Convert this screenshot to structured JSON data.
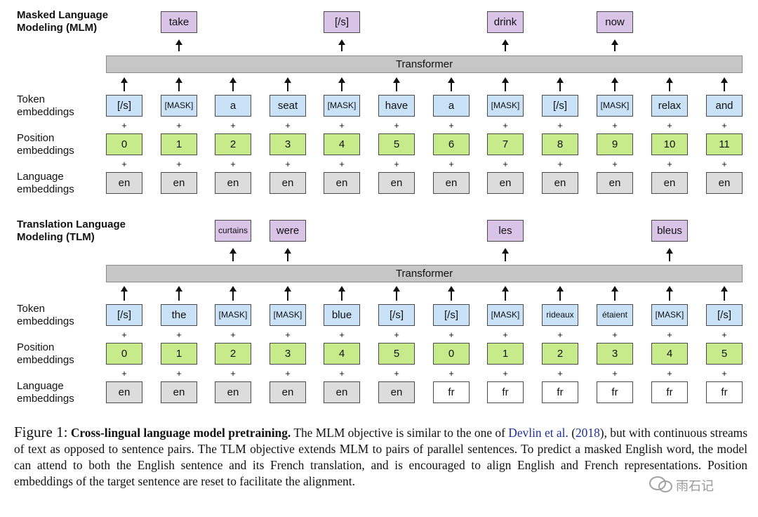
{
  "mlm": {
    "title_line1": "Masked Language",
    "title_line2": "Modeling (MLM)",
    "transformer_label": "Transformer",
    "outputs": [
      {
        "col": 1,
        "text": "take"
      },
      {
        "col": 4,
        "text": "[/s]"
      },
      {
        "col": 7,
        "text": "drink"
      },
      {
        "col": 9,
        "text": "now"
      }
    ],
    "token_label": [
      "Token",
      "embeddings"
    ],
    "position_label": [
      "Position",
      "embeddings"
    ],
    "language_label": [
      "Language",
      "embeddings"
    ],
    "tokens": [
      "[/s]",
      "[MASK]",
      "a",
      "seat",
      "[MASK]",
      "have",
      "a",
      "[MASK]",
      "[/s]",
      "[MASK]",
      "relax",
      "and"
    ],
    "positions": [
      "0",
      "1",
      "2",
      "3",
      "4",
      "5",
      "6",
      "7",
      "8",
      "9",
      "10",
      "11"
    ],
    "languages": [
      "en",
      "en",
      "en",
      "en",
      "en",
      "en",
      "en",
      "en",
      "en",
      "en",
      "en",
      "en"
    ]
  },
  "tlm": {
    "title_line1": "Translation Language",
    "title_line2": "Modeling (TLM)",
    "transformer_label": "Transformer",
    "outputs": [
      {
        "col": 2,
        "text": "curtains"
      },
      {
        "col": 3,
        "text": "were"
      },
      {
        "col": 7,
        "text": "les"
      },
      {
        "col": 10,
        "text": "bleus"
      }
    ],
    "token_label": [
      "Token",
      "embeddings"
    ],
    "position_label": [
      "Position",
      "embeddings"
    ],
    "language_label": [
      "Language",
      "embeddings"
    ],
    "tokens": [
      "[/s]",
      "the",
      "[MASK]",
      "[MASK]",
      "blue",
      "[/s]",
      "[/s]",
      "[MASK]",
      "rideaux",
      "étaient",
      "[MASK]",
      "[/s]"
    ],
    "positions": [
      "0",
      "1",
      "2",
      "3",
      "4",
      "5",
      "0",
      "1",
      "2",
      "3",
      "4",
      "5"
    ],
    "languages": [
      "en",
      "en",
      "en",
      "en",
      "en",
      "en",
      "fr",
      "fr",
      "fr",
      "fr",
      "fr",
      "fr"
    ]
  },
  "plus_sign": "+",
  "caption": {
    "figure_label": "Figure 1:",
    "bold_title": "Cross-lingual language model pretraining.",
    "text_part1": "The MLM objective is similar to the one of",
    "cite_author": "Devlin et al.",
    "cite_open": "(",
    "cite_year": "2018",
    "cite_close": ")",
    "text_part2": ", but with continuous streams of text as opposed to sentence pairs. The TLM objective extends MLM to pairs of parallel sentences. To predict a masked English word, the model can attend to both the English sentence and its French translation, and is encouraged to align English and French representations. Position embeddings of the target sentence are reset to facilitate the alignment."
  },
  "colors": {
    "token": "#c9e2f8",
    "position": "#c7ea8a",
    "language_en": "#dcdcdc",
    "language_fr": "#ffffff",
    "output": "#d9c4e8",
    "transformer": "#c6c6c6",
    "citation": "#1f2f9a"
  },
  "watermark_text": "雨石记"
}
